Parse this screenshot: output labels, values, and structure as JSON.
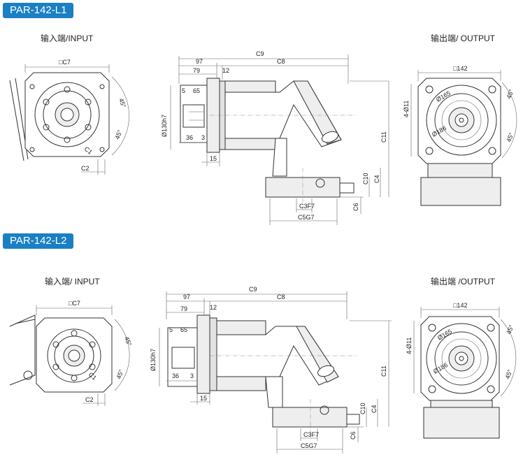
{
  "sections": [
    {
      "badge": "PAR-142-L1",
      "input_caption": "输入端/INPUT",
      "output_caption": "输出端/ OUTPUT",
      "dims": {
        "c7": "□C7",
        "c2": "C2",
        "c1": "C1",
        "a45": "45°",
        "a45b": "45°",
        "c9": "C9",
        "d97": "97",
        "c8": "C8",
        "d79": "79",
        "d12": "12",
        "d5": "5",
        "d65": "65",
        "bore": "Ø130h7",
        "d36": "36",
        "d3": "3",
        "d15": "15",
        "c11": "C11",
        "c10": "C10",
        "c4": "C4",
        "c6": "C6",
        "c3": "C3F7",
        "c5": "C5G7",
        "sq142": "□142",
        "holes": "4-Ø11",
        "pcd1": "Ø165",
        "pcd2": "Ø186",
        "o45": "45°",
        "o45b": "45°"
      }
    },
    {
      "badge": "PAR-142-L2",
      "input_caption": "输入端/ INPUT",
      "output_caption": "输出端 /OUTPUT",
      "dims": {
        "c7": "□C7",
        "c2": "C2",
        "c1": "C1",
        "a45": "45°",
        "a45b": "45°",
        "c9": "C9",
        "d97": "97",
        "c8": "C8",
        "d79": "79",
        "d12": "12",
        "d5": "5",
        "d65": "65",
        "bore": "Ø130h7",
        "d36": "36",
        "d3": "3",
        "d15": "15",
        "c11": "C11",
        "c10": "C10",
        "c4": "C4",
        "c6": "C6",
        "c3": "C3F7",
        "c5": "C5G7",
        "sq142": "□142",
        "holes": "4-Ø11",
        "pcd1": "Ø165",
        "pcd2": "Ø186",
        "o45": "45°",
        "o45b": "45°"
      }
    }
  ],
  "colors": {
    "badge": "#1a7fc4",
    "body": "#eeeeee",
    "line": "#333333"
  }
}
